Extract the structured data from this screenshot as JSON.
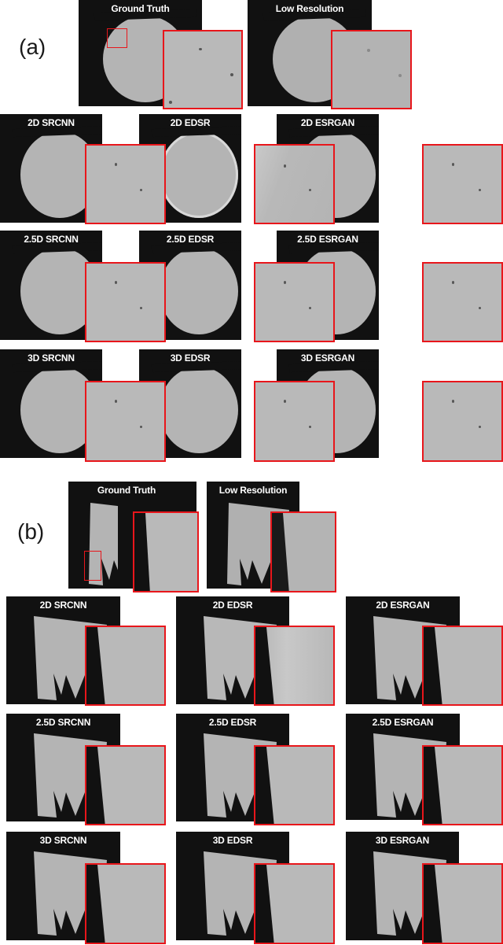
{
  "figure": {
    "parts": [
      {
        "label": "(a)",
        "specimen": "disc",
        "reference_panels": [
          {
            "title": "Ground Truth",
            "has_roi_box": true
          },
          {
            "title": "Low Resolution",
            "has_roi_box": false
          }
        ],
        "method_rows": [
          {
            "dimension": "2D",
            "panels": [
              {
                "title": "2D SRCNN"
              },
              {
                "title": "2D EDSR"
              },
              {
                "title": "2D ESRGAN"
              }
            ]
          },
          {
            "dimension": "2.5D",
            "panels": [
              {
                "title": "2.5D SRCNN"
              },
              {
                "title": "2.5D EDSR"
              },
              {
                "title": "2.5D ESRGAN"
              }
            ]
          },
          {
            "dimension": "3D",
            "panels": [
              {
                "title": "3D SRCNN"
              },
              {
                "title": "3D EDSR"
              },
              {
                "title": "3D ESRGAN"
              }
            ]
          }
        ]
      },
      {
        "label": "(b)",
        "specimen": "sheet",
        "reference_panels": [
          {
            "title": "Ground Truth",
            "has_roi_box": true
          },
          {
            "title": "Low Resolution",
            "has_roi_box": false
          }
        ],
        "method_rows": [
          {
            "dimension": "2D",
            "panels": [
              {
                "title": "2D SRCNN"
              },
              {
                "title": "2D EDSR"
              },
              {
                "title": "2D ESRGAN"
              }
            ]
          },
          {
            "dimension": "2.5D",
            "panels": [
              {
                "title": "2.5D SRCNN"
              },
              {
                "title": "2.5D EDSR"
              },
              {
                "title": "2.5D ESRGAN"
              }
            ]
          },
          {
            "dimension": "3D",
            "panels": [
              {
                "title": "3D SRCNN"
              },
              {
                "title": "3D EDSR"
              },
              {
                "title": "3D ESRGAN"
              }
            ]
          }
        ]
      }
    ],
    "colors": {
      "panel_background": "#111111",
      "specimen_gray": "#b4b4b4",
      "inset_border": "#e8161b",
      "title_text": "#ffffff"
    }
  }
}
